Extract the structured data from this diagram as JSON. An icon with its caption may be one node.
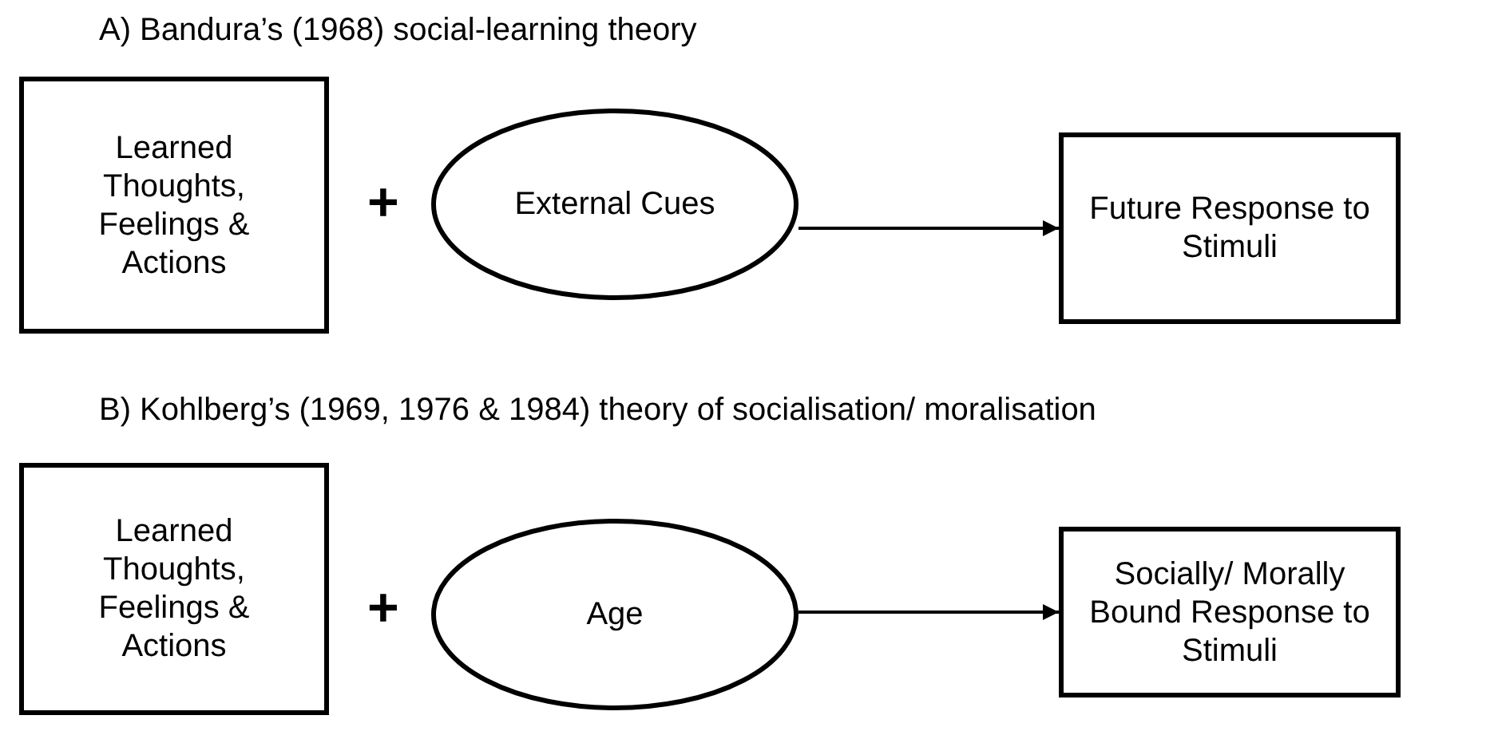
{
  "diagram": {
    "nodes": [
      {
        "text": [
          "Learned Thoughts, Feelings & Actions"
        ]
      },
      {
        "text": [
          "External Cues"
        ]
      },
      {
        "text": [
          "Future Response to Stimuli"
        ]
      },
      {
        "text": [
          "Learned Thoughts, Feelings & Actions"
        ]
      },
      {
        "text": [
          "Age"
        ]
      },
      {
        "text": [
          "Socially/ Morally Bound Response to Stimuli"
        ]
      }
    ],
    "edges": [
      {
        "from": 1,
        "to": 2,
        "arrow": "to"
      },
      {
        "from": 4,
        "to": 5,
        "arrow": "to"
      }
    ],
    "labels": [
      "A) Bandura’s (1968) social-learning theory",
      "+",
      "B) Kohlberg’s (1969, 1976 & 1984) theory of socialisation/ moralisation",
      "+"
    ]
  }
}
